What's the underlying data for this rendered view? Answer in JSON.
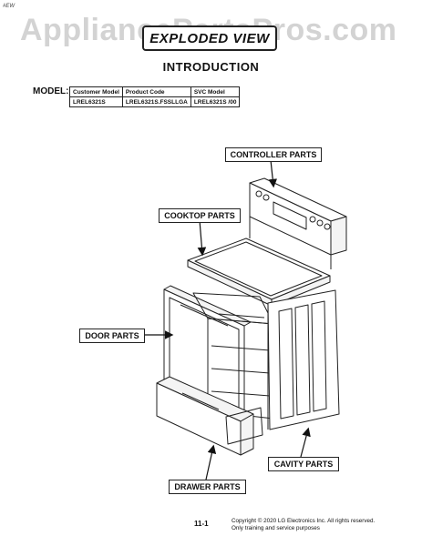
{
  "corner_mark": "#EW",
  "watermark": "AppliancePartsPros.com",
  "banner_title": "EXPLODED VIEW",
  "section_title": "INTRODUCTION",
  "model": {
    "label": "MODEL:",
    "headers": [
      "Customer Model",
      "Product Code",
      "SVC Model"
    ],
    "row": [
      "LREL6321S",
      "LREL6321S.FSSLLGA",
      "LREL6321S /00"
    ]
  },
  "callouts": {
    "controller": "CONTROLLER PARTS",
    "cooktop": "COOKTOP PARTS",
    "door": "DOOR PARTS",
    "cavity": "CAVITY PARTS",
    "drawer": "DRAWER PARTS"
  },
  "footer": {
    "page_number": "11-1",
    "copyright": "Copyright © 2020 LG Electronics Inc. All rights reserved.",
    "note": "Only training and service purposes"
  }
}
